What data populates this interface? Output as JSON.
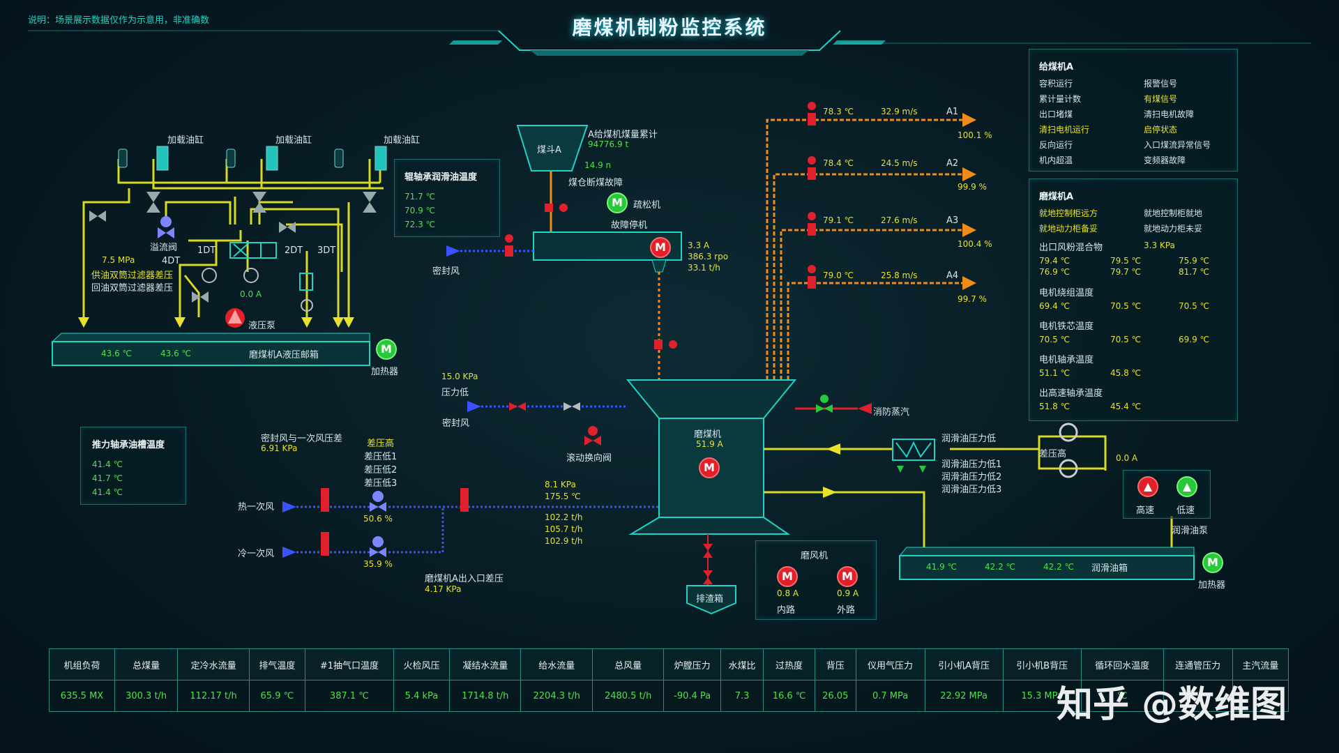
{
  "header": {
    "note": "说明：场景展示数据仅作为示意用，非准确数",
    "title": "磨煤机制粉监控系统"
  },
  "hydraulic": {
    "cyl1": "加载油缸",
    "cyl2": "加载油缸",
    "cyl3": "加载油缸",
    "overflow": "溢流阀",
    "dt1": "1DT",
    "dt2": "2DT",
    "dt3": "3DT",
    "dt4": "4DT",
    "pressure": "7.5 MPa",
    "supply_filter": "供油双筒过滤器差压",
    "return_filter": "回油双筒过滤器差压",
    "pump_current": "0.0 A",
    "pump": "液压泵",
    "tank_t1": "43.6 ℃",
    "tank_t2": "43.6 ℃",
    "tank": "磨煤机A液压邮箱",
    "heater": "加热器"
  },
  "roller_panel": {
    "title": "辊轴承润滑油温度",
    "v1": "71.7 ℃",
    "v2": "70.9 ℃",
    "v3": "72.3 ℃"
  },
  "thrust_panel": {
    "title": "推力轴承油槽温度",
    "v1": "41.4 ℃",
    "v2": "41.7 ℃",
    "v3": "41.4 ℃"
  },
  "feeder": {
    "hopper": "煤斗A",
    "accum_label": "A给煤机煤量累计",
    "accum": "94776.9 t",
    "flow": "14.9 n",
    "break": "煤仓断煤故障",
    "loosen": "疏松机",
    "stop": "故障停机",
    "current": "3.3 A",
    "speed": "386.3 rpo",
    "rate": "33.1 t/h",
    "seal": "密封风"
  },
  "outlets": [
    {
      "temp": "78.3 ℃",
      "speed": "32.9 m/s",
      "name": "A1",
      "pct": "100.1 %"
    },
    {
      "temp": "78.4 ℃",
      "speed": "24.5 m/s",
      "name": "A2",
      "pct": "99.9 %"
    },
    {
      "temp": "79.1 ℃",
      "speed": "27.6 m/s",
      "name": "A3",
      "pct": "100.4 %"
    },
    {
      "temp": "79.0 ℃",
      "speed": "25.8 m/s",
      "name": "A4",
      "pct": "99.7 %"
    }
  ],
  "feeder_status": {
    "title": "给煤机A",
    "items": [
      {
        "label": "容积运行",
        "active": false
      },
      {
        "label": "报警信号",
        "active": false
      },
      {
        "label": "累计量计数",
        "active": false
      },
      {
        "label": "有煤信号",
        "active": true
      },
      {
        "label": "出口堵煤",
        "active": false
      },
      {
        "label": "清扫电机故障",
        "active": false
      },
      {
        "label": "清扫电机运行",
        "active": true
      },
      {
        "label": "启停状态",
        "active": true
      },
      {
        "label": "反向运行",
        "active": false
      },
      {
        "label": "入口煤流异常信号",
        "active": false
      },
      {
        "label": "机内超温",
        "active": false
      },
      {
        "label": "变频器故障",
        "active": false
      }
    ]
  },
  "mill_status": {
    "title": "磨煤机A",
    "s1": "就地控制柜远方",
    "s2": "就地控制柜就地",
    "s3": "就地动力柜备妥",
    "s4": "就地动力柜未妥",
    "mix_label": "出口风粉混合物",
    "mix_value": "3.3 KPa",
    "mix_temps": [
      "79.4 ℃",
      "79.5 ℃",
      "75.9 ℃",
      "76.9 ℃",
      "79.7 ℃",
      "81.7 ℃"
    ],
    "winding_label": "电机绕组温度",
    "winding": [
      "69.4 ℃",
      "70.5 ℃",
      "70.5 ℃"
    ],
    "core_label": "电机铁芯温度",
    "core": [
      "70.5 ℃",
      "70.5 ℃",
      "69.9 ℃"
    ],
    "bearing_label": "电机轴承温度",
    "bearing": [
      "51.1 ℃",
      "45.8 ℃"
    ],
    "hs_label": "出高速轴承温度",
    "hs": [
      "51.8 ℃",
      "45.4 ℃"
    ]
  },
  "mill": {
    "seal_pressure": "15.0 KPa",
    "pressure_low": "压力低",
    "seal": "密封风",
    "steam": "消防蒸汽",
    "name": "磨煤机",
    "current": "51.9 A",
    "rolling_valve": "滚动换向阀",
    "diff_label": "密封风与一次风压差",
    "diff": "6.91 KPa",
    "dp_high": "差压高",
    "dp_low1": "差压低1",
    "dp_low2": "差压低2",
    "dp_low3": "差压低3",
    "hot_air": "热一次风",
    "cold_air": "冷一次风",
    "hot_pct": "50.6 %",
    "cold_pct": "35.9 %",
    "inlet_p": "8.1 KPa",
    "inlet_t": "175.5 ℃",
    "f1": "102.2 t/h",
    "f2": "105.7 t/h",
    "f3": "102.9 t/h",
    "io_label": "磨煤机A出入口差压",
    "io": "4.17 KPa",
    "slag": "排渣箱"
  },
  "grinding": {
    "title": "磨风机",
    "c1": "0.8 A",
    "c2": "0.9 A",
    "inner": "内路",
    "outer": "外路"
  },
  "lube": {
    "p_low": "润滑油压力低",
    "p_low1": "润滑油压力低1",
    "p_low2": "润滑油压力低2",
    "p_low3": "润滑油压力低3",
    "dp_high": "差压高",
    "current": "0.0 A",
    "high": "高速",
    "low": "低速",
    "pump": "润滑油泵",
    "t1": "41.9 ℃",
    "t2": "42.2 ℃",
    "t3": "42.2 ℃",
    "tank": "润滑油箱",
    "heater": "加热器"
  },
  "summary": {
    "headers": [
      "机组负荷",
      "总煤量",
      "定冷水流量",
      "排气温度",
      "#1抽气口温度",
      "火检风压",
      "凝结水流量",
      "给水流量",
      "总风量",
      "炉膛压力",
      "水煤比",
      "过热度",
      "背压",
      "仪用气压力",
      "引小机A背压",
      "引小机B背压",
      "循环回水温度",
      "连通管压力",
      "主汽流量"
    ],
    "values": [
      "635.5 MX",
      "300.3 t/h",
      "112.17 t/h",
      "65.9 ℃",
      "387.1 ℃",
      "5.4 kPa",
      "1714.8 t/h",
      "2204.3 t/h",
      "2480.5 t/h",
      "-90.4 Pa",
      "7.3",
      "16.6 ℃",
      "26.05",
      "0.7 MPa",
      "22.92 MPa",
      "15.3 MPa",
      "℃",
      "",
      ""
    ]
  },
  "watermark": "知乎 @数维图"
}
